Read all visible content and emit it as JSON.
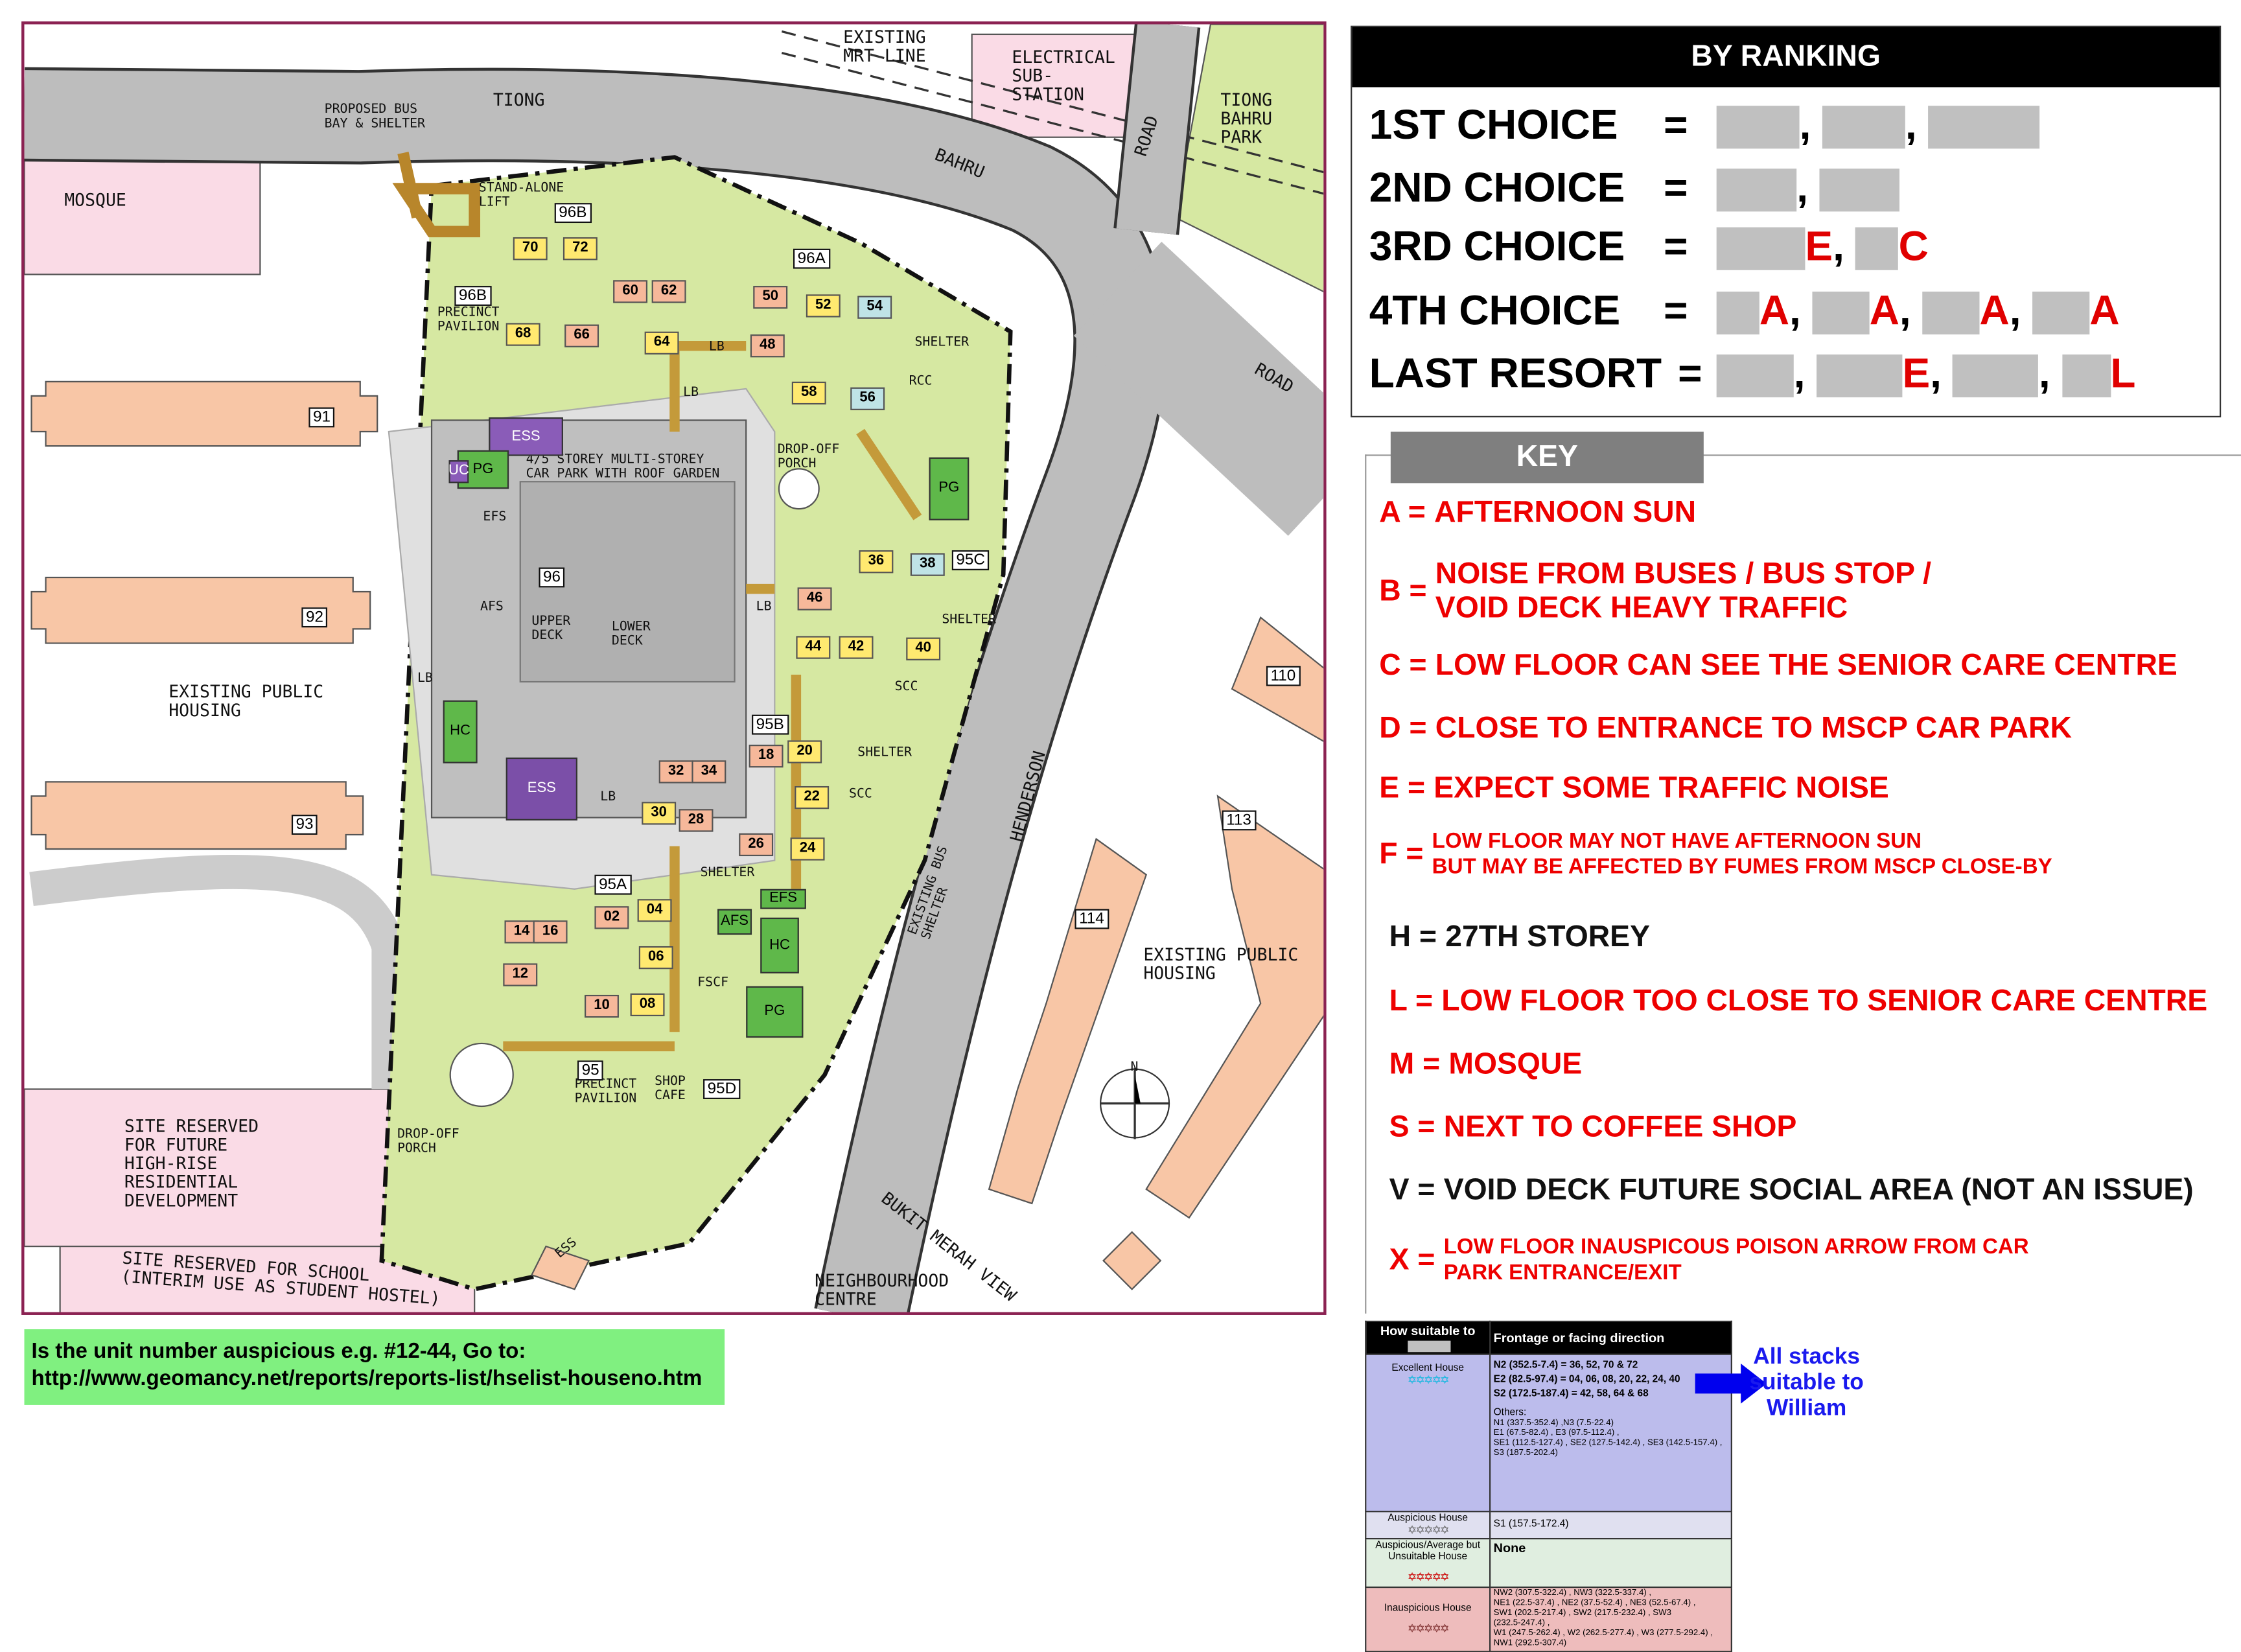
{
  "map": {
    "labels": {
      "tiong": "TIONG",
      "bahru": "BAHRU",
      "road_top": "ROAD",
      "road_right": "ROAD",
      "park": "TIONG\nBAHRU\nPARK",
      "mrt": "EXISTING\nMRT LINE",
      "substation": "ELECTRICAL\nSUB-\nSTATION",
      "bus_bay": "PROPOSED BUS\nBAY & SHELTER",
      "mosque": "MOSQUE",
      "lift": "STAND-ALONE\nLIFT",
      "henderson": "HENDERSON",
      "housing_left": "EXISTING PUBLIC\nHOUSING",
      "housing_right": "EXISTING PUBLIC\nHOUSING",
      "future_site": "SITE RESERVED\nFOR FUTURE\nHIGH-RISE\nRESIDENTIAL\nDEVELOPMENT",
      "school_site": "SITE RESERVED FOR SCHOOL\n(INTERIM USE AS STUDENT HOSTEL)",
      "neighbourhood": "NEIGHBOURHOOD\nCENTRE",
      "bukit_merah": "BUKIT MERAH VIEW",
      "bus_shelter": "EXISTING BUS\nSHELTER",
      "carpark": "4/5 STOREY MULTI-STOREY\nCAR PARK WITH ROOF GARDEN",
      "dropoff_top": "DROP-OFF\nPORCH",
      "dropoff_bottom": "DROP-OFF\nPORCH",
      "shelter1": "SHELTER",
      "shelter2": "SHELTER",
      "shelter3": "SHELTER",
      "shelter4": "SHELTER",
      "pavilion_top": "PRECINCT\nPAVILION",
      "pavilion_bottom": "PRECINCT\nPAVILION",
      "shop_cafe": "SHOP\nCAFE",
      "upper_deck": "UPPER\nDECK",
      "lower_deck": "LOWER\nDECK",
      "rcc": "RCC",
      "scc1": "SCC",
      "scc2": "SCC",
      "fscf": "FSCF",
      "lb1": "LB",
      "lb2": "LB",
      "lb3": "LB",
      "lb4": "LB",
      "lb5": "LB",
      "efs_left": "EFS",
      "afs_left": "AFS",
      "ess_bottom_small": "ESS",
      "north": "N"
    },
    "blocks": [
      "96B",
      "96B",
      "96A",
      "96",
      "95C",
      "95B",
      "95A",
      "95",
      "95D",
      "91",
      "92",
      "93",
      "110",
      "113",
      "114"
    ],
    "units": [
      "70",
      "72",
      "60",
      "62",
      "68",
      "66",
      "64",
      "50",
      "52",
      "54",
      "48",
      "58",
      "56",
      "36",
      "38",
      "46",
      "44",
      "42",
      "40",
      "18",
      "20",
      "22",
      "26",
      "24",
      "32",
      "34",
      "30",
      "28",
      "02",
      "04",
      "06",
      "08",
      "10",
      "12",
      "14",
      "16"
    ],
    "facilities": {
      "ess_top": "ESS",
      "ess_bottom": "ESS",
      "pg1": "PG",
      "pg2": "PG",
      "pg3": "PG",
      "hc1": "HC",
      "hc2": "HC",
      "efs": "EFS",
      "afs": "AFS",
      "uc": "UC"
    }
  },
  "ranking": {
    "title": "BY RANKING",
    "rows": [
      {
        "label": "1ST CHOICE",
        "eq": "=",
        "letters": [
          "",
          "",
          ""
        ]
      },
      {
        "label": "2ND CHOICE",
        "eq": "=",
        "letters": [
          "",
          ""
        ]
      },
      {
        "label": "3RD CHOICE",
        "eq": "=",
        "letters": [
          "E",
          "C"
        ]
      },
      {
        "label": "4TH CHOICE",
        "eq": "=",
        "letters": [
          "A",
          "A",
          "A",
          "A"
        ]
      },
      {
        "label": "LAST RESORT",
        "eq": "=",
        "letters": [
          "",
          "E",
          "",
          "L"
        ]
      }
    ]
  },
  "key": {
    "title": "KEY",
    "items": [
      {
        "code": "A =",
        "text": "AFTERNOON SUN"
      },
      {
        "code": "B =",
        "text": "NOISE FROM BUSES / BUS STOP /\nVOID DECK HEAVY TRAFFIC"
      },
      {
        "code": "C =",
        "text": "LOW FLOOR CAN SEE THE SENIOR CARE CENTRE"
      },
      {
        "code": "D =",
        "text": "CLOSE TO ENTRANCE TO MSCP CAR PARK"
      },
      {
        "code": "E  =",
        "text": "EXPECT SOME TRAFFIC NOISE"
      },
      {
        "code": "F =",
        "text": "LOW FLOOR MAY NOT HAVE AFTERNOON SUN\nBUT MAY BE AFFECTED BY FUMES FROM MSCP CLOSE-BY"
      },
      {
        "code": "H =",
        "text": "27TH STOREY"
      },
      {
        "code": "L =",
        "text": "LOW FLOOR TOO CLOSE TO SENIOR CARE CENTRE"
      },
      {
        "code": "M =",
        "text": "MOSQUE"
      },
      {
        "code": "S =",
        "text": "NEXT TO COFFEE SHOP"
      },
      {
        "code": "V =",
        "text": "VOID DECK FUTURE SOCIAL AREA (NOT AN ISSUE)"
      },
      {
        "code": "X =",
        "text": "LOW FLOOR INAUSPICOUS POISON ARROW FROM CAR\nPARK ENTRANCE/EXIT"
      }
    ]
  },
  "note": {
    "line1": "Is the unit number auspicious e.g. #12-44, Go to:",
    "line2": "http://www.geomancy.net/reports/reports-list/hselist-houseno.htm"
  },
  "table": {
    "col1": "How suitable to",
    "col2": "Frontage or facing direction",
    "rows": [
      {
        "label": "Excellent House",
        "stars": "✡✡✡✡✡",
        "lines": [
          "N2 (352.5-7.4) = 36, 52, 70 & 72",
          "E2 (82.5-97.4) = 04, 06, 08, 20, 22, 24, 40",
          "S2 (172.5-187.4) = 42, 58, 64 & 68"
        ],
        "others_title": "Others:",
        "others": "N1 (337.5-352.4) ,N3 (7.5-22.4)\nE1 (67.5-82.4) , E3 (97.5-112.4) ,\nSE1 (112.5-127.4) , SE2 (127.5-142.4) , SE3 (142.5-157.4) ,\nS3 (187.5-202.4)"
      },
      {
        "label": "Auspicious House",
        "stars": "✡✡✡✡✡",
        "text": "S1 (157.5-172.4)"
      },
      {
        "label": "Auspicious/Average but Unsuitable House",
        "stars": "✡✡✡✡✡",
        "text": "None"
      },
      {
        "label": "Inauspicious House",
        "stars": "✡✡✡✡✡",
        "text": "NW2 (307.5-322.4) , NW3 (322.5-337.4) ,\nNE1 (22.5-37.4) , NE2 (37.5-52.4) , NE3 (52.5-67.4) ,\nSW1 (202.5-217.4) , SW2 (217.5-232.4) , SW3\n(232.5-247.4) ,\nW1 (247.5-262.4) , W2 (262.5-277.4) , W3 (277.5-292.4) ,\nNW1 (292.5-307.4)"
      }
    ]
  },
  "callout": "All stacks suitable to William",
  "colors": {
    "key_red": "#ee0000",
    "callout_blue": "#1a1aee",
    "site_green": "#d6e8a2",
    "road_grey": "#bdbdbd"
  }
}
